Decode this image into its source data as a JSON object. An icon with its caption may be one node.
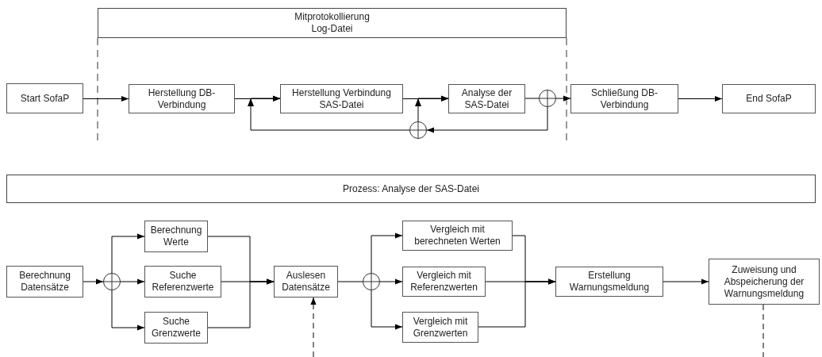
{
  "diagram": {
    "nodes": [
      {
        "text": [
          "Mitprotokollierung",
          "Log-Datei"
        ]
      },
      {
        "text": [
          "Start SofaP"
        ]
      },
      {
        "text": [
          "Herstellung DB-Verbindung"
        ]
      },
      {
        "text": [
          "Herstellung Verbindung SAS-Datei"
        ]
      },
      {
        "text": [
          "Analyse der SAS-Datei"
        ]
      },
      {
        "text": [],
        "shape": "circle"
      },
      {
        "text": [],
        "shape": "circle"
      },
      {
        "text": [
          "Schließung DB-Verbindung"
        ]
      },
      {
        "text": [
          "End SofaP"
        ]
      },
      {
        "text": [
          "Prozess: Analyse der SAS-Datei"
        ]
      },
      {
        "text": [
          "Berechnung Datensätze"
        ]
      },
      {
        "text": [],
        "shape": "circle"
      },
      {
        "text": [
          "Berechnung Werte"
        ]
      },
      {
        "text": [
          "Suche Referenzwerte"
        ]
      },
      {
        "text": [
          "Suche Grenzwerte"
        ]
      },
      {
        "text": [
          "Auslesen Datensätze"
        ]
      },
      {
        "text": [],
        "shape": "circle"
      },
      {
        "text": [
          "Vergleich mit berechneten Werten"
        ]
      },
      {
        "text": [
          "Vergleich mit Referenzwerten"
        ]
      },
      {
        "text": [
          "Vergleich mit Grenzwerten"
        ]
      },
      {
        "text": [
          "Erstellung Warnungsmeldung"
        ]
      },
      {
        "text": [
          "Zuweisung und Abspeicherung der Warnungsmeldung"
        ]
      }
    ],
    "edges": [
      {
        "from": 1,
        "to": 2,
        "arrow": "to"
      },
      {
        "from": 2,
        "to": 3,
        "arrow": "to"
      },
      {
        "from": 3,
        "to": 4,
        "arrow": "to"
      },
      {
        "from": 4,
        "to": 5,
        "arrow": "none"
      },
      {
        "from": 5,
        "to": 7,
        "arrow": "to"
      },
      {
        "from": 5,
        "to": 6,
        "arrow": "to"
      },
      {
        "from": 6,
        "to": 4,
        "arrow": "to"
      },
      {
        "from": 6,
        "to": 3,
        "arrow": "to"
      },
      {
        "from": 7,
        "to": 8,
        "arrow": "to"
      },
      {
        "from": 10,
        "to": 11,
        "arrow": "to"
      },
      {
        "from": 11,
        "to": 12,
        "arrow": "to"
      },
      {
        "from": 11,
        "to": 13,
        "arrow": "to"
      },
      {
        "from": 11,
        "to": 14,
        "arrow": "to"
      },
      {
        "from": 12,
        "to": 15,
        "arrow": "to"
      },
      {
        "from": 13,
        "to": 15,
        "arrow": "to"
      },
      {
        "from": 14,
        "to": 15,
        "arrow": "to"
      },
      {
        "from": 15,
        "to": 16,
        "arrow": "none"
      },
      {
        "from": 16,
        "to": 17,
        "arrow": "to"
      },
      {
        "from": 16,
        "to": 18,
        "arrow": "to"
      },
      {
        "from": 16,
        "to": 19,
        "arrow": "to"
      },
      {
        "from": 17,
        "to": 20,
        "arrow": "to"
      },
      {
        "from": 18,
        "to": 20,
        "arrow": "to"
      },
      {
        "from": 19,
        "to": 20,
        "arrow": "to"
      },
      {
        "from": 20,
        "to": 21,
        "arrow": "to"
      },
      {
        "from": null,
        "to": 15,
        "arrow": "to",
        "style": "dashed"
      },
      {
        "from": 21,
        "to": null,
        "arrow": "none",
        "style": "dashed"
      }
    ]
  }
}
